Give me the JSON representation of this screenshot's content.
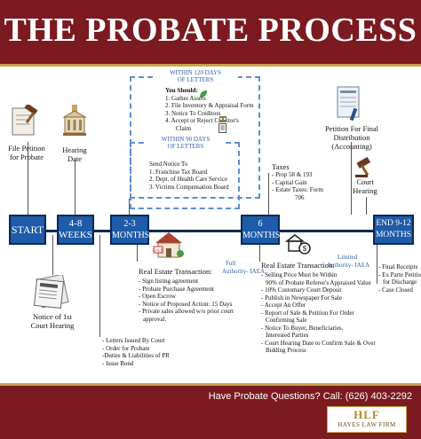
{
  "title": "THE PROBATE PROCESS",
  "footer": {
    "contact": "Have Probate Questions? Call: (626) 403-2292",
    "logo_mark": "HLF",
    "logo_name": "HAYES LAW FIRM"
  },
  "milestones": {
    "start": "START",
    "weeks_num": "4-8",
    "weeks_unit": "WEEKS",
    "m3_num": "2-3",
    "m3_unit": "MONTHS",
    "m6_num": "6",
    "m6_unit": "MONTHS",
    "end": "END 9-12",
    "end_unit": "MONTHS"
  },
  "labels": {
    "file_petition": [
      "File Petition",
      "for Probate"
    ],
    "hearing_date": [
      "Hearing",
      "Date"
    ],
    "notice_hearing": [
      "Notice of 1st",
      "Court Hearing"
    ],
    "petition_final": [
      "Petition For Final",
      "Distribution",
      "(Accounting)"
    ],
    "court_hearing": [
      "Court",
      "Hearing"
    ]
  },
  "within120": {
    "caption": [
      "WITHIN 120 DAYS",
      "OF LETTERS"
    ],
    "heading": "You Should:",
    "items": [
      "1. Gather Assets",
      "2. File Inventory & Appraisal Form",
      "3. Notice To Creditors",
      "4. Accept or Reject Creditor's",
      "Claim"
    ]
  },
  "within90": {
    "caption": [
      "WITHIN 90 DAYS",
      "OF LETTERS"
    ],
    "heading": "Send Notice To",
    "items": [
      "1. Franchise Tax Board",
      "2. Dept. of Health Care Service",
      "3. Victims Compensation Board"
    ]
  },
  "taxes": {
    "heading": "Taxes",
    "items": [
      "- Prop 58 & 193",
      "- Capital Gain",
      "- Estate Taxes: Form",
      "706"
    ]
  },
  "re_full": {
    "heading": "Real Estate Transaction:",
    "authority_top": "Full",
    "authority": "Authority- IAEA",
    "items": [
      "- Sign listing agreement",
      "- Probate Purchase Agreement",
      "- Open Escrow",
      "- Notice of Proposed Action: 15 Days",
      "- Private sales allowed w/o prior court",
      "approval."
    ]
  },
  "re_limited": {
    "heading": "Real Estate Transaction:",
    "authority_top": "Limited",
    "authority": "Authority- IAEA",
    "items": [
      "- Selling Price Must be Within",
      "90% of Probate Referee's Appraised Value",
      "- 10% Customary Court Deposit",
      "- Publish in Newspaper For Sale",
      "- Accept An Offer",
      "- Report of Sale & Petition For Order",
      "Confirming Sale",
      "- Notice To Buyer, Beneficiaries,",
      "Interested Parties",
      "- Court Hearing Date to Confirm Sale & Over",
      "Bidding Process"
    ]
  },
  "letters": {
    "items": [
      "- Letters Issued By Court",
      "- Order for Probate",
      "-Duties & Liabilities of PR",
      "- Issue Bond"
    ]
  },
  "final": {
    "items": [
      "- Final Receipts",
      "- Ex Parte Petition",
      "for Discharge",
      "- Case Closed"
    ]
  },
  "colors": {
    "header": "#7b1a20",
    "gold": "#c9a24a",
    "box_blue": "#1e5ba8",
    "dashed_blue": "#5b8fd6"
  }
}
